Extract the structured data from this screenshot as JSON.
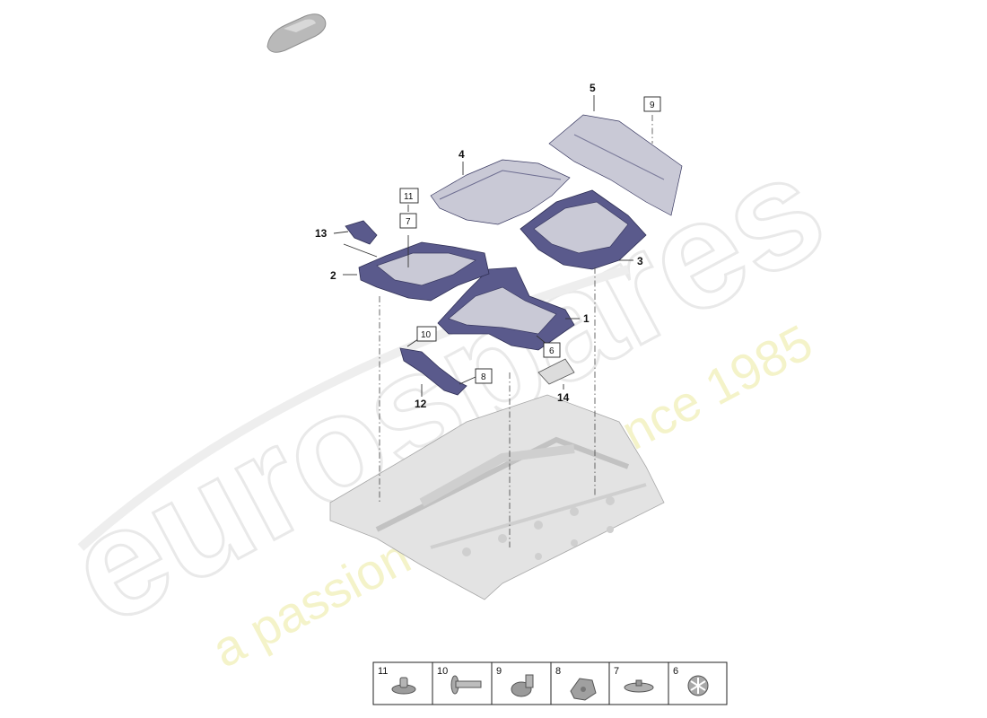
{
  "watermark": {
    "brand": "eurospares",
    "tagline": "a passion for parts since 1985"
  },
  "callouts": [
    {
      "id": "1",
      "boxed": false
    },
    {
      "id": "2",
      "boxed": false
    },
    {
      "id": "3",
      "boxed": false
    },
    {
      "id": "4",
      "boxed": false
    },
    {
      "id": "5",
      "boxed": false
    },
    {
      "id": "6",
      "boxed": true
    },
    {
      "id": "7",
      "boxed": true
    },
    {
      "id": "8",
      "boxed": true
    },
    {
      "id": "9",
      "boxed": true
    },
    {
      "id": "10",
      "boxed": true
    },
    {
      "id": "11",
      "boxed": true
    },
    {
      "id": "12",
      "boxed": false
    },
    {
      "id": "13",
      "boxed": false
    },
    {
      "id": "14",
      "boxed": false
    }
  ],
  "legend": {
    "cells": [
      {
        "num": "11",
        "icon": "flat-clip-icon"
      },
      {
        "num": "10",
        "icon": "screw-icon"
      },
      {
        "num": "9",
        "icon": "push-clip-icon"
      },
      {
        "num": "8",
        "icon": "nut-clip-icon"
      },
      {
        "num": "7",
        "icon": "washer-clip-icon"
      },
      {
        "num": "6",
        "icon": "star-clip-icon"
      }
    ]
  },
  "colors": {
    "part": "#5a5a8c",
    "body": "#e3e3e3",
    "watermark_tagline": "#f1efb8"
  }
}
